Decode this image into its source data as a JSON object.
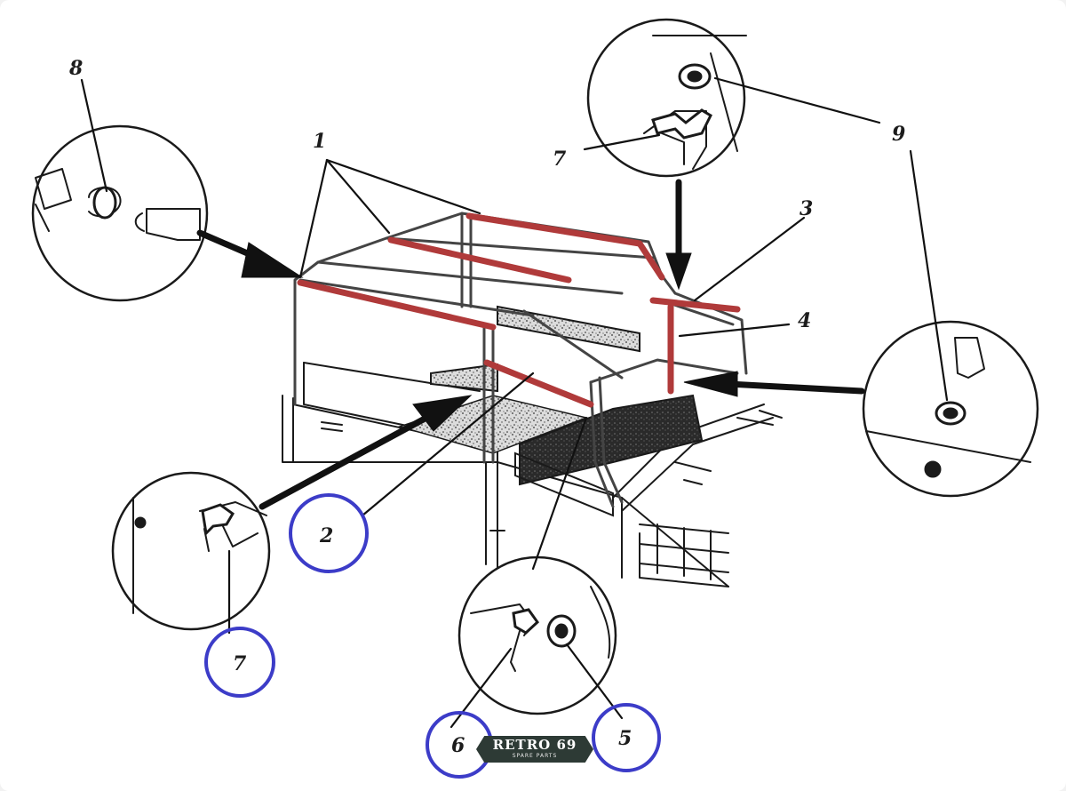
{
  "callouts": [
    {
      "id": "top-left",
      "label": "1"
    },
    {
      "id": "bottom-center",
      "label": "2"
    },
    {
      "id": "frame-right-top",
      "label": "3"
    },
    {
      "id": "frame-right-mid",
      "label": "4"
    },
    {
      "id": "bottom-circle-right",
      "label": "5"
    },
    {
      "id": "bottom-circle-left",
      "label": "6"
    },
    {
      "id": "top-inset",
      "label": "7"
    },
    {
      "id": "left-inset",
      "label": "7"
    },
    {
      "id": "left-top-inset",
      "label": "8"
    },
    {
      "id": "top-right",
      "label": "9"
    }
  ],
  "colors": {
    "frame_highlight": "#b03a3a",
    "marker_circle": "#3c3cc8",
    "line_art": "#1a1a1a",
    "logo_background": "#2d3a35"
  },
  "logo": {
    "title": "RETRO 69",
    "subtitle": "SPARE PARTS"
  }
}
